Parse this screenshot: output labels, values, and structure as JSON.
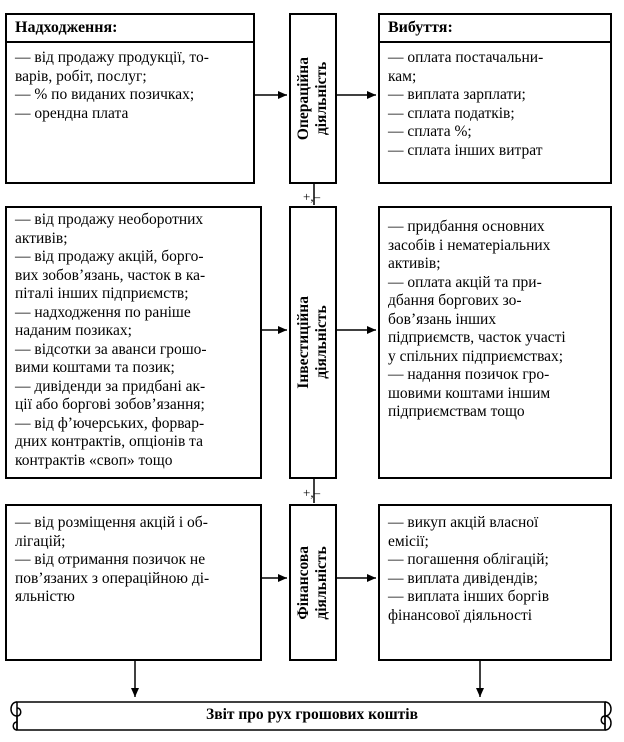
{
  "operating": {
    "inflows_header": "Надходження:",
    "inflows": [
      "— від продажу продукції, то-",
      "варів, робіт, послуг;",
      "— % по виданих позичках;",
      "— орендна плата"
    ],
    "label": "Операційна\nдіяльність",
    "outflows_header": "Вибуття:",
    "outflows": [
      "— оплата постачальни-",
      "кам;",
      "— виплата зарплати;",
      "— сплата податків;",
      "— сплата %;",
      "— сплата інших витрат"
    ]
  },
  "connector_1": "+,–",
  "investing": {
    "inflows": [
      "— від продажу необоротних",
      "активів;",
      "— від продажу акцій, борго-",
      "вих зобов’язань, часток в ка-",
      "піталі інших підприємств;",
      "— надходження по раніше",
      "наданим позиках;",
      "— відсотки за аванси грошо-",
      "вими коштами та позик;",
      "— дивіденди за придбані ак-",
      "ції або боргові зобов’язання;",
      "— від ф’ючерських, форвар-",
      "дних контрактів, опціонів та",
      "контрактів «своп» тощо"
    ],
    "label": "Інвестиційна\nдіяльність",
    "outflows": [
      "— придбання основних",
      "засобів і нематеріальних",
      "активів;",
      "— оплата акцій та при-",
      "дбання боргових зо-",
      "бов’язань інших",
      "підприємств, часток участі",
      "у спільних підприємствах;",
      "— надання позичок гро-",
      "шовими коштами іншим",
      "підприємствам тощо"
    ]
  },
  "connector_2": "+,–",
  "financing": {
    "inflows": [
      "— від розміщення акцій і об-",
      "лігацій;",
      "— від отримання позичок не",
      "пов’язаних з операційною ді-",
      "яльністю"
    ],
    "label": "Фінансова\nдіяльність",
    "outflows": [
      "— викуп акцій власної",
      "емісії;",
      "— погашення облігацій;",
      "— виплата дивідендів;",
      "— виплата інших боргів",
      "фінансової діяльності"
    ]
  },
  "report_title": "Звіт про рух грошових коштів"
}
